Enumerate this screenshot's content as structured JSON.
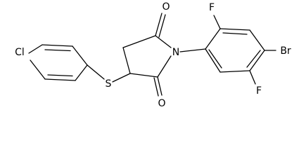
{
  "atoms": {
    "cl": "Cl",
    "s": "S",
    "n": "N",
    "o_top": "O",
    "o_bottom": "O",
    "f_top": "F",
    "f_bottom": "F",
    "br": "Br"
  }
}
